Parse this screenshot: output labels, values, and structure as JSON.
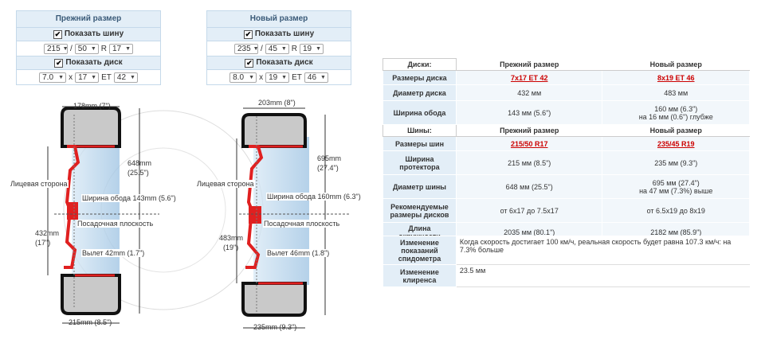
{
  "panel_old": {
    "title": "Прежний размер",
    "show_tire": "Показать шину",
    "tire_width": "215",
    "tire_sep1": "/",
    "tire_profile": "50",
    "tire_sep2": "R",
    "tire_rim": "17",
    "show_disk": "Показать диск",
    "disk_width": "7.0",
    "disk_sep1": "x",
    "disk_diam": "17",
    "disk_et_label": "ET",
    "disk_et": "42"
  },
  "panel_new": {
    "title": "Новый размер",
    "show_tire": "Показать шину",
    "tire_width": "235",
    "tire_sep1": "/",
    "tire_profile": "45",
    "tire_sep2": "R",
    "tire_rim": "19",
    "show_disk": "Показать диск",
    "disk_width": "8.0",
    "disk_sep1": "x",
    "disk_diam": "19",
    "disk_et_label": "ET",
    "disk_et": "46"
  },
  "diagram_old": {
    "top_width": "178mm (7\")",
    "tire_diam": "648mm",
    "tire_diam_in": "(25.5\")",
    "face_side": "Лицевая сторона",
    "rim_width": "Ширина обода 143mm (5.6\")",
    "disk_diam": "432mm",
    "disk_diam_in": "(17\")",
    "mount_plane": "Посадочная плоскость",
    "offset": "Вылет 42mm (1.7\")",
    "bottom_width": "215mm (8.5\")"
  },
  "diagram_new": {
    "top_width": "203mm (8\")",
    "tire_diam": "695mm",
    "tire_diam_in": "(27.4\")",
    "face_side": "Лицевая сторона",
    "rim_width": "Ширина обода 160mm (6.3\")",
    "disk_diam": "483mm",
    "disk_diam_in": "(19\")",
    "mount_plane": "Посадочная плоскость",
    "offset": "Вылет 46mm (1.8\")",
    "bottom_width": "235mm (9.3\")"
  },
  "compare": {
    "disks_header": "Диски:",
    "col_old": "Прежний размер",
    "col_new": "Новый размер",
    "disk_size_label": "Размеры диска",
    "disk_size_old": "7x17 ET 42",
    "disk_size_new": "8x19 ET 46",
    "disk_diam_label": "Диаметр диска",
    "disk_diam_old": "432 мм",
    "disk_diam_new": "483 мм",
    "rim_width_label": "Ширина обода",
    "rim_width_old": "143 мм (5.6\")",
    "rim_width_new_1": "160 мм (6.3\")",
    "rim_width_new_2": "на 16 мм (0.6\") глубже",
    "tires_header": "Шины:",
    "tire_size_label": "Размеры шин",
    "tire_size_old": "215/50 R17",
    "tire_size_new": "235/45 R19",
    "tread_label": "Ширина протектора",
    "tread_old": "215 мм (8.5\")",
    "tread_new": "235 мм (9.3\")",
    "tire_diam_label": "Диаметр шины",
    "tire_diam_old": "648 мм (25.5\")",
    "tire_diam_new_1": "695 мм (27.4\")",
    "tire_diam_new_2": "на 47 мм (7.3%) выше",
    "recommended_label": "Рекомендуемые размеры дисков",
    "recommended_old": "от 6x17 до 7.5x17",
    "recommended_new": "от 6.5x19 до 8x19",
    "circ_label": "Длина окружности",
    "circ_old": "2035 мм (80.1\")",
    "circ_new": "2182 мм (85.9\")"
  },
  "extra": {
    "speedo_label": "Изменение показаний спидометра",
    "speedo_value": "Когда скорость достигает 100 км/ч, реальная скорость будет равна 107.3 км/ч: на 7.3% больше",
    "clearance_label": "Изменение клиренса",
    "clearance_value": "23.5 мм"
  }
}
